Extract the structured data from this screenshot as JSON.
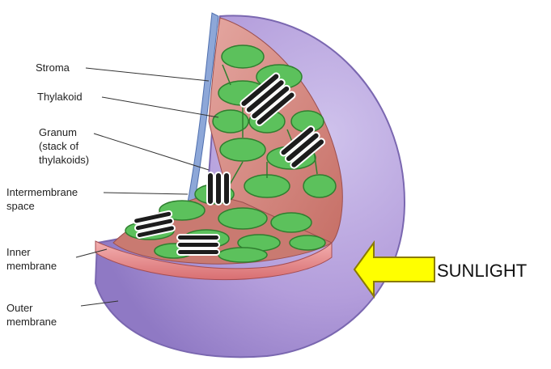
{
  "labels": {
    "stroma": "Stroma",
    "thylakoid": "Thylakoid",
    "granum_1": "Granum",
    "granum_2": "(stack of",
    "granum_3": "thylakoids)",
    "intermembrane_1": "Intermembrane",
    "intermembrane_2": "space",
    "inner_1": "Inner",
    "inner_2": "membrane",
    "outer_1": "Outer",
    "outer_2": "membrane"
  },
  "sunlight": {
    "label": "SUNLIGHT",
    "arrow_color": "#ffff00",
    "arrow_outline": "#8a7a00"
  },
  "colors": {
    "outer_membrane": "#b7a2dc",
    "inner_membrane": "#e98c8c",
    "stroma": "#c9756c",
    "thylakoid": "#5bc05b",
    "granum_disc": "#1c1c1c"
  }
}
